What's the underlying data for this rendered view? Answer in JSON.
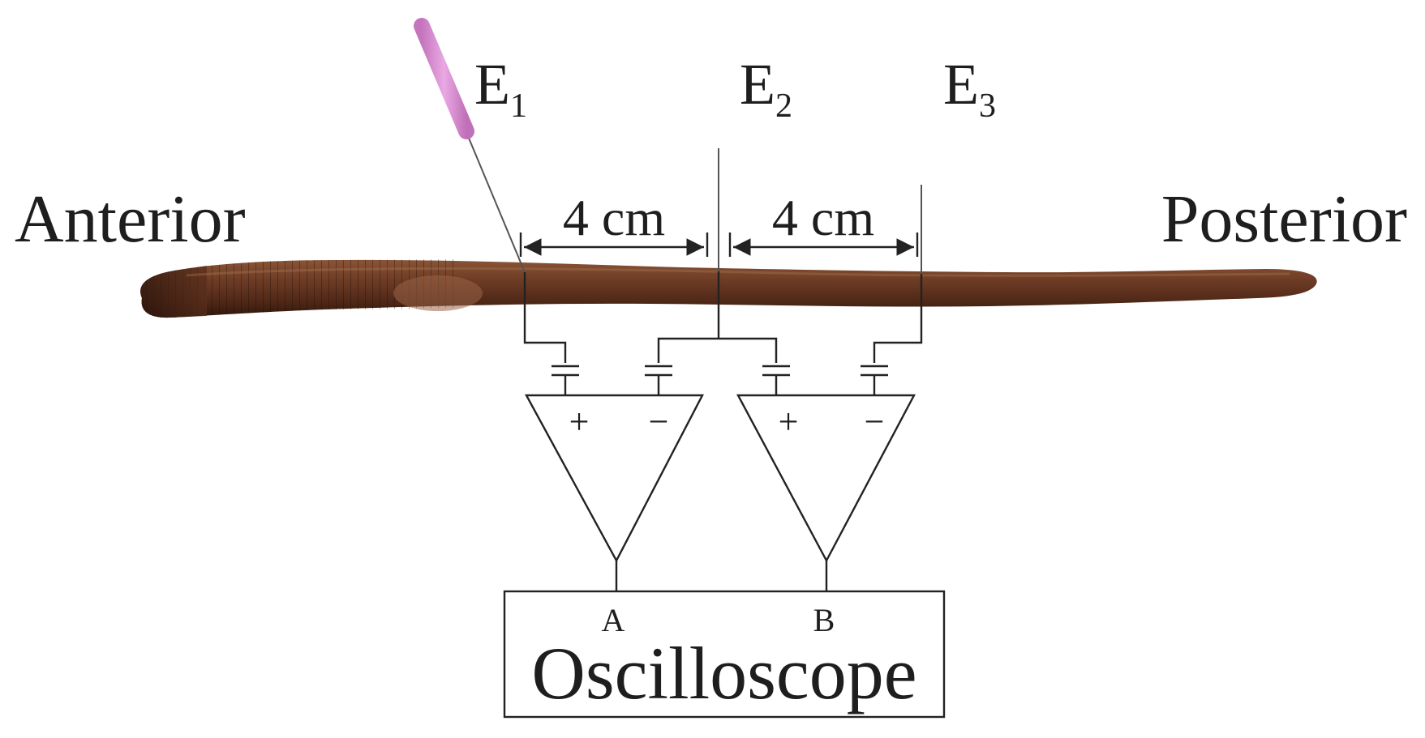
{
  "labels": {
    "anterior": "Anterior",
    "posterior": "Posterior",
    "spacing_1": "4 cm",
    "spacing_2": "4 cm",
    "oscilloscope": "Oscilloscope",
    "channel_a": "A",
    "channel_b": "B",
    "plus_a": "+",
    "minus_a": "−",
    "plus_b": "+",
    "minus_b": "−"
  },
  "electrodes": [
    {
      "letter": "E",
      "index": "1"
    },
    {
      "letter": "E",
      "index": "2"
    },
    {
      "letter": "E",
      "index": "3"
    }
  ],
  "colors": {
    "electrode_handle": "#d98fd2",
    "worm_body": "#6a3b24",
    "worm_dark": "#3a1d12",
    "line": "#222222"
  }
}
